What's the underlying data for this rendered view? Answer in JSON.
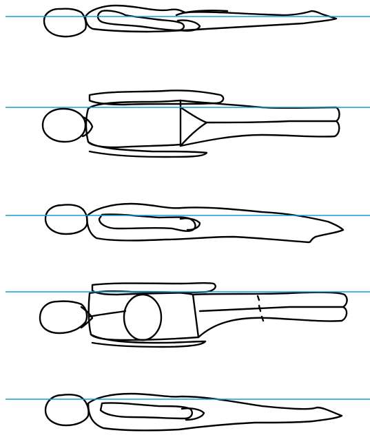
{
  "colors": {
    "background": "#ffffff",
    "outline": "#000000",
    "reference_line": "#1a9ad6"
  },
  "figures": [
    {
      "id": "figure-1",
      "view": "side"
    },
    {
      "id": "figure-2",
      "view": "top"
    },
    {
      "id": "figure-3",
      "view": "side"
    },
    {
      "id": "figure-4",
      "view": "top"
    },
    {
      "id": "figure-5",
      "view": "side"
    }
  ]
}
